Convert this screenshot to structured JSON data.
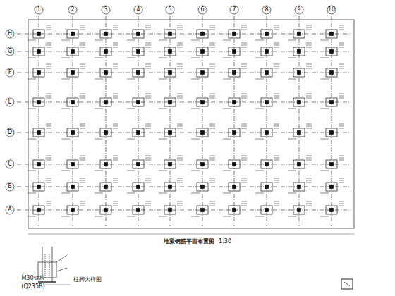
{
  "diagram": {
    "title": "地梁钢筋平面布置图",
    "labels": [
      "1",
      "2",
      "3",
      "4",
      "5",
      "6",
      "7",
      "8",
      "9",
      "10",
      "H",
      "G",
      "F",
      "E",
      "D",
      "C",
      "B",
      "A",
      "1:30",
      "M30锚栓",
      "(Q235B)",
      "柱脚大样图"
    ]
  }
}
